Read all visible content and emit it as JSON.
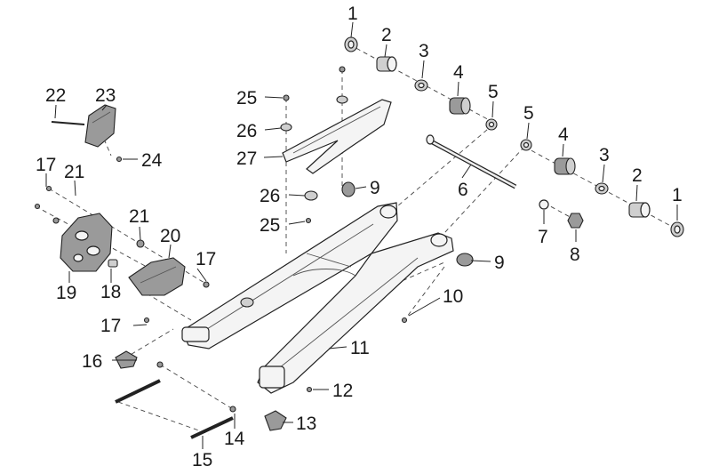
{
  "diagram": {
    "callouts": [
      {
        "id": "c1a",
        "label": "1"
      },
      {
        "id": "c2a",
        "label": "2"
      },
      {
        "id": "c3a",
        "label": "3"
      },
      {
        "id": "c4a",
        "label": "4"
      },
      {
        "id": "c5a",
        "label": "5"
      },
      {
        "id": "c5b",
        "label": "5"
      },
      {
        "id": "c4b",
        "label": "4"
      },
      {
        "id": "c3b",
        "label": "3"
      },
      {
        "id": "c2b",
        "label": "2"
      },
      {
        "id": "c1b",
        "label": "1"
      },
      {
        "id": "c6",
        "label": "6"
      },
      {
        "id": "c7",
        "label": "7"
      },
      {
        "id": "c8",
        "label": "8"
      },
      {
        "id": "c9a",
        "label": "9"
      },
      {
        "id": "c9b",
        "label": "9"
      },
      {
        "id": "c10",
        "label": "10"
      },
      {
        "id": "c11",
        "label": "11"
      },
      {
        "id": "c12",
        "label": "12"
      },
      {
        "id": "c13",
        "label": "13"
      },
      {
        "id": "c14",
        "label": "14"
      },
      {
        "id": "c15",
        "label": "15"
      },
      {
        "id": "c16",
        "label": "16"
      },
      {
        "id": "c17a",
        "label": "17"
      },
      {
        "id": "c17b",
        "label": "17"
      },
      {
        "id": "c17c",
        "label": "17"
      },
      {
        "id": "c18",
        "label": "18"
      },
      {
        "id": "c19",
        "label": "19"
      },
      {
        "id": "c20",
        "label": "20"
      },
      {
        "id": "c21a",
        "label": "21"
      },
      {
        "id": "c21b",
        "label": "21"
      },
      {
        "id": "c22",
        "label": "22"
      },
      {
        "id": "c23",
        "label": "23"
      },
      {
        "id": "c24",
        "label": "24"
      },
      {
        "id": "c25a",
        "label": "25"
      },
      {
        "id": "c25b",
        "label": "25"
      },
      {
        "id": "c26a",
        "label": "26"
      },
      {
        "id": "c26b",
        "label": "26"
      },
      {
        "id": "c27",
        "label": "27"
      }
    ]
  }
}
